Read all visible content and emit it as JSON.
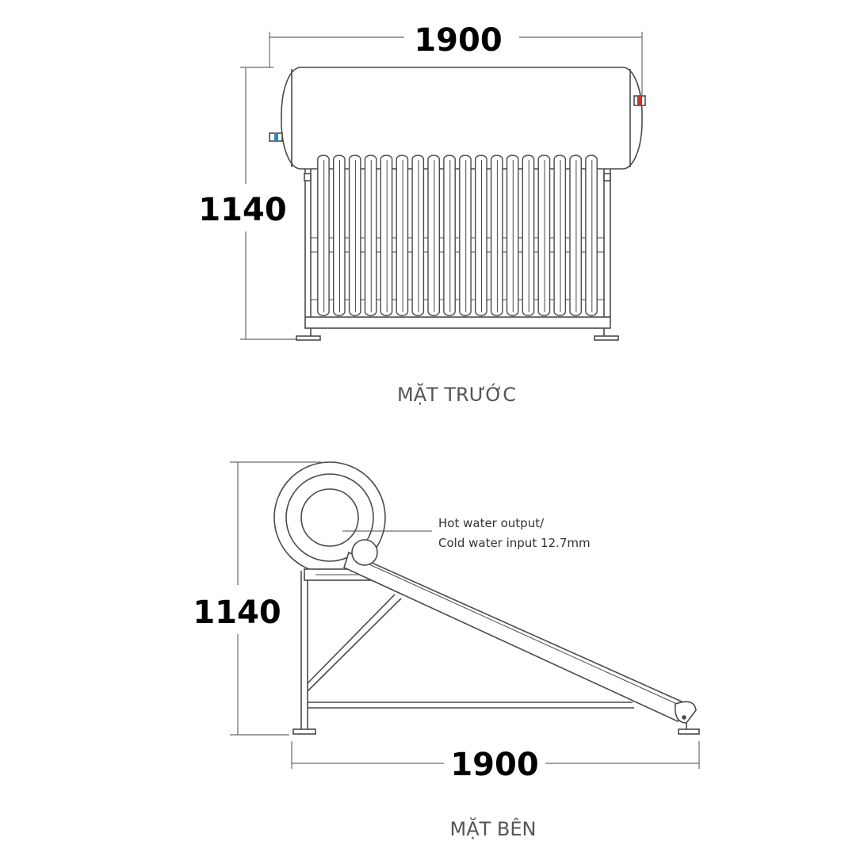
{
  "front_view": {
    "width_label": "1900",
    "height_label": "1140",
    "caption": "MẶT TRƯỚC",
    "tube_count": 18
  },
  "side_view": {
    "width_label": "1900",
    "height_label": "1140",
    "caption": "MẶT BÊN",
    "callout_line1": "Hot water output/",
    "callout_line2": "Cold water input 12.7mm"
  },
  "colors": {
    "line": "#4a4a4a",
    "dim_line": "#6a6a6a",
    "hot_fitting": "#c0392b",
    "cold_fitting": "#2e86c1"
  }
}
